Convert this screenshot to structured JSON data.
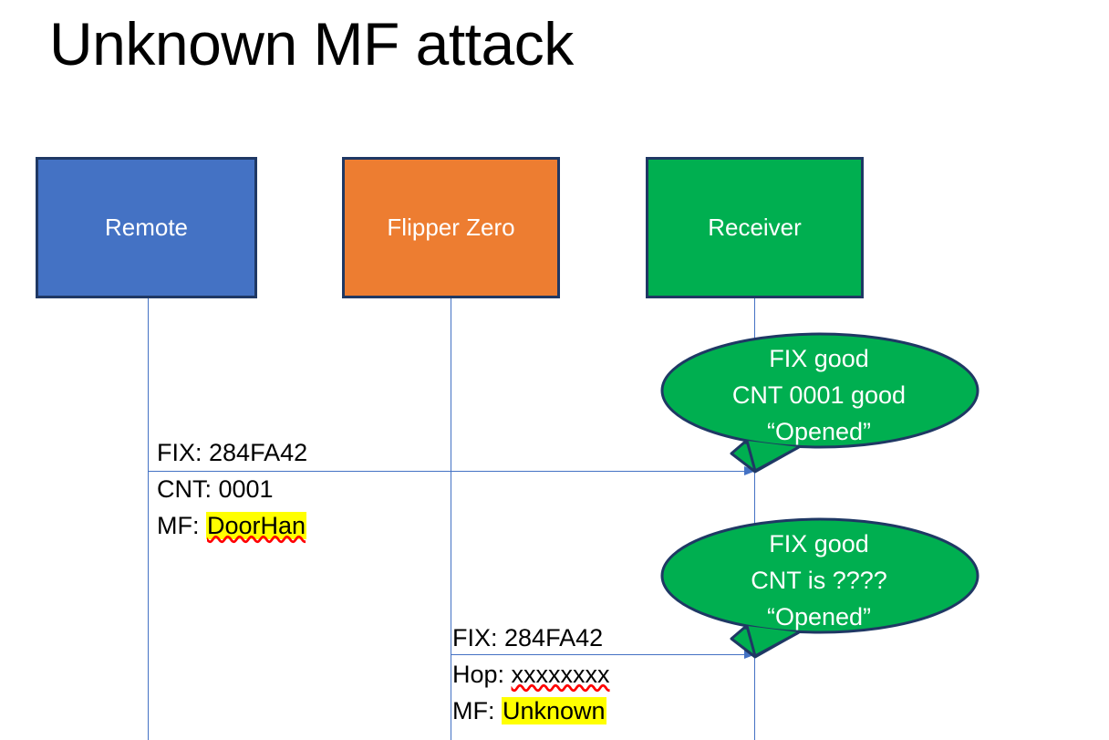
{
  "slide": {
    "title": "Unknown MF attack"
  },
  "actors": [
    {
      "id": "remote",
      "label": "Remote",
      "color": "#4472C4",
      "border": "#1F3864"
    },
    {
      "id": "flipper",
      "label": "Flipper Zero",
      "color": "#ED7D31",
      "border": "#1F3864"
    },
    {
      "id": "receiver",
      "label": "Receiver",
      "color": "#00AF50",
      "border": "#1F3864"
    }
  ],
  "messages": [
    {
      "id": "msg-1",
      "from": "remote",
      "to": "receiver",
      "lines": [
        {
          "prefix": "FIX: ",
          "value": "284FA42",
          "highlight": false,
          "spellcheck": false
        },
        {
          "prefix": "CNT: ",
          "value": "0001",
          "highlight": false,
          "spellcheck": false
        },
        {
          "prefix": "MF: ",
          "value": "DoorHan",
          "highlight": true,
          "spellcheck": true
        }
      ]
    },
    {
      "id": "msg-2",
      "from": "flipper",
      "to": "receiver",
      "lines": [
        {
          "prefix": "FIX: ",
          "value": "284FA42",
          "highlight": false,
          "spellcheck": false
        },
        {
          "prefix": "Hop: ",
          "value": "xxxxxxxx",
          "highlight": false,
          "spellcheck": true
        },
        {
          "prefix": "MF: ",
          "value": "Unknown",
          "highlight": true,
          "spellcheck": false
        }
      ]
    }
  ],
  "bubbles": [
    {
      "id": "bubble-1",
      "owner": "receiver",
      "fill": "#00AF50",
      "stroke": "#1F3864",
      "lines": [
        "FIX good",
        "CNT 0001 good",
        "“Opened”"
      ]
    },
    {
      "id": "bubble-2",
      "owner": "receiver",
      "fill": "#00AF50",
      "stroke": "#1F3864",
      "lines": [
        "FIX good",
        "CNT is ????",
        "“Opened”"
      ]
    }
  ],
  "colors": {
    "lifeline": "#4472C4",
    "arrow": "#4472C4",
    "highlight": "#FFFF00",
    "spellcheck_underline": "#FF0000",
    "background": "#FFFFFF"
  }
}
